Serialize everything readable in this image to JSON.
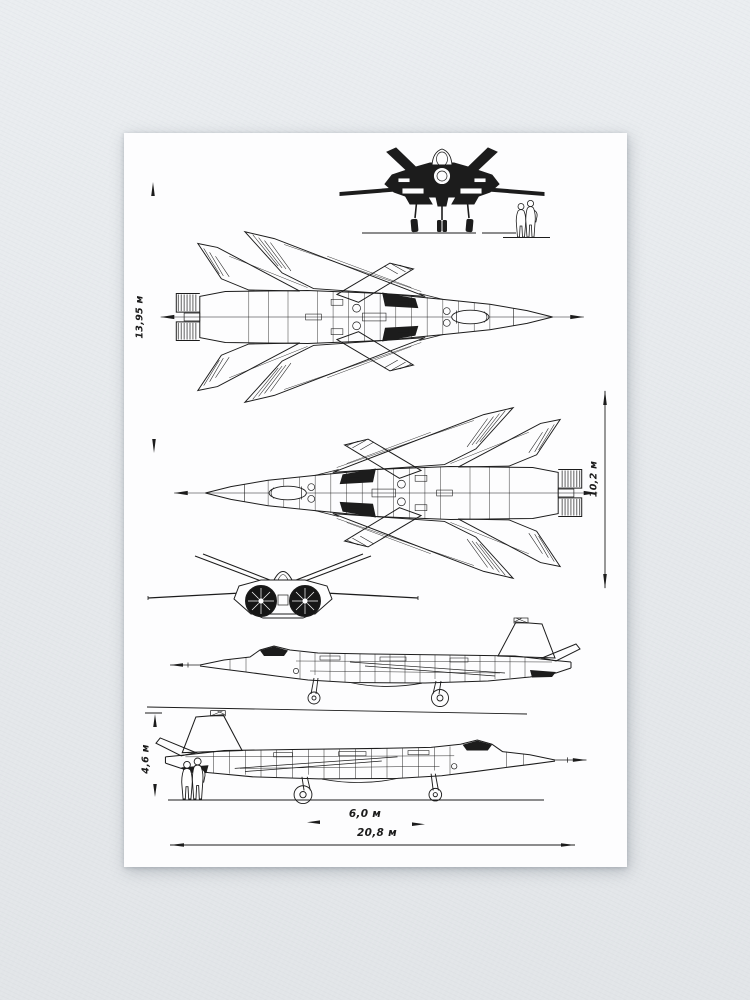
{
  "poster": {
    "subject": "fighter-jet-blueprint-six-views",
    "dimension_labels": {
      "span": "13,95 м",
      "stab_span": "10,2 м",
      "height": "4,6 м",
      "wheel_base": "6,0 м",
      "length": "20,8 м"
    },
    "views": [
      "front-view-with-ground-crew",
      "top-plan-view",
      "bottom-plan-view",
      "front-view-small",
      "side-view-facing-left",
      "side-view-facing-right-with-ground-crew"
    ],
    "colors": {
      "ink": "#1c1c1c",
      "paper": "#fdfdfe",
      "wall": "#e6e9ec"
    }
  }
}
